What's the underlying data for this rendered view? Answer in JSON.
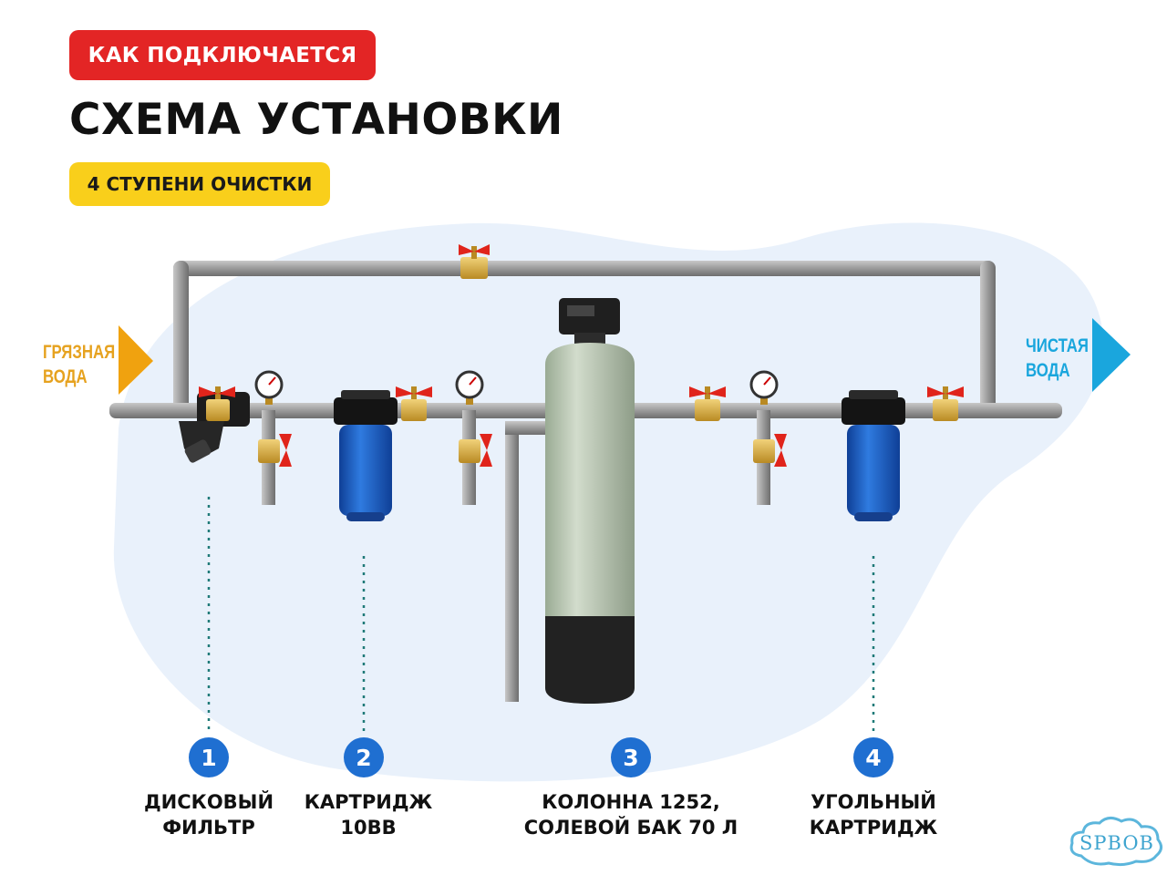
{
  "header": {
    "badge": "КАК ПОДКЛЮЧАЕТСЯ",
    "title": "СХЕМА УСТАНОВКИ",
    "subtitle": "4 СТУПЕНИ ОЧИСТКИ"
  },
  "flow": {
    "inlet": [
      "ГРЯЗНАЯ",
      "ВОДА"
    ],
    "outlet": [
      "ЧИСТАЯ",
      "ВОДА"
    ]
  },
  "steps": [
    {
      "number": "1",
      "lines": [
        "ДИСКОВЫЙ",
        "ФИЛЬТР"
      ]
    },
    {
      "number": "2",
      "lines": [
        "КАРТРИДЖ",
        "10BB"
      ]
    },
    {
      "number": "3",
      "lines": [
        "КОЛОННА 1252,",
        "СОЛЕВОЙ БАК 70 Л"
      ]
    },
    {
      "number": "4",
      "lines": [
        "УГОЛЬНЫЙ",
        "КАРТРИДЖ"
      ]
    }
  ],
  "brand": {
    "logo_text": "SPBOB"
  },
  "colors": {
    "badge_red": "#e32525",
    "badge_yellow": "#f9cf1b",
    "inlet_arrow": "#f0a20f",
    "outlet_arrow": "#1aa6dd",
    "step_circle": "#1f6fd1",
    "pipe": "#9a9a9a",
    "valve_handle": "#e0241b",
    "filter_housing": "#1a5bbf",
    "tank": "#b9c7b2",
    "background_blob": "#e9f1fb"
  }
}
